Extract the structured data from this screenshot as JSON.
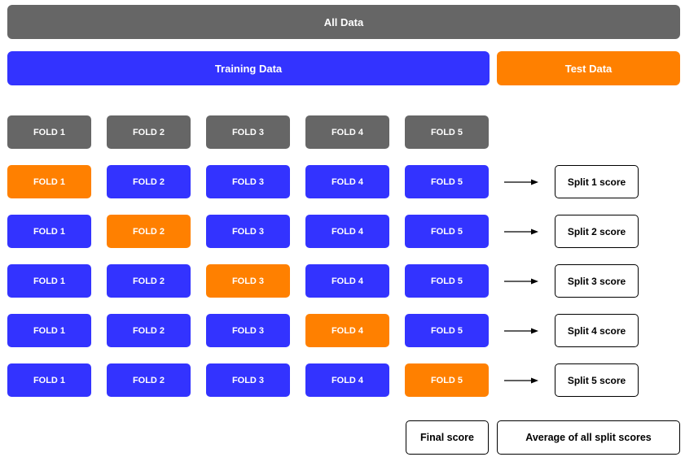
{
  "header": {
    "all_data": "All Data",
    "training_data": "Training Data",
    "test_data": "Test Data"
  },
  "colors": {
    "gray": "#666666",
    "training": "#3333ff",
    "test": "#ff8000"
  },
  "header_folds": [
    "FOLD 1",
    "FOLD 2",
    "FOLD 3",
    "FOLD 4",
    "FOLD 5"
  ],
  "splits": [
    {
      "folds": [
        "FOLD 1",
        "FOLD 2",
        "FOLD 3",
        "FOLD 4",
        "FOLD 5"
      ],
      "test_fold_index": 0,
      "score_label": "Split 1 score"
    },
    {
      "folds": [
        "FOLD 1",
        "FOLD 2",
        "FOLD 3",
        "FOLD 4",
        "FOLD 5"
      ],
      "test_fold_index": 1,
      "score_label": "Split 2 score"
    },
    {
      "folds": [
        "FOLD 1",
        "FOLD 2",
        "FOLD 3",
        "FOLD 4",
        "FOLD 5"
      ],
      "test_fold_index": 2,
      "score_label": "Split 3 score"
    },
    {
      "folds": [
        "FOLD 1",
        "FOLD 2",
        "FOLD 3",
        "FOLD 4",
        "FOLD 5"
      ],
      "test_fold_index": 3,
      "score_label": "Split 4 score"
    },
    {
      "folds": [
        "FOLD 1",
        "FOLD 2",
        "FOLD 3",
        "FOLD 4",
        "FOLD 5"
      ],
      "test_fold_index": 4,
      "score_label": "Split 5 score"
    }
  ],
  "footer": {
    "final_score": "Final score",
    "average": "Average of all split scores"
  }
}
